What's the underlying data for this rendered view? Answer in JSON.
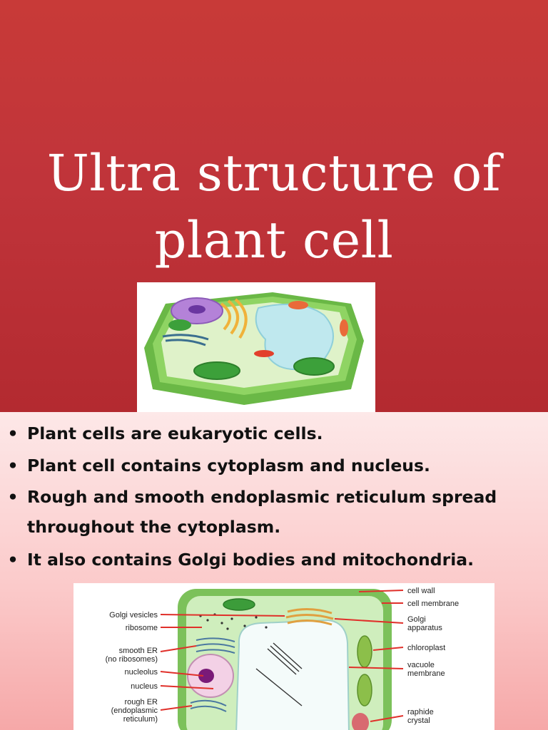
{
  "slide": {
    "title_line1": "Ultra structure of",
    "title_line2": "plant cell",
    "bullets": [
      "Plant cells are eukaryotic cells.",
      "Plant cell contains cytoplasm and nucleus.",
      "Rough and smooth endoplasmic reticulum spread throughout the cytoplasm.",
      "It also contains Golgi bodies and mitochondria."
    ],
    "bullet_glyph": "•"
  },
  "diagram": {
    "labels_left": [
      "Golgi vesicles",
      "ribosome",
      "smooth ER",
      "(no ribosomes)",
      "nucleolus",
      "nucleus",
      "rough ER",
      "(endoplasmic",
      "reticulum)"
    ],
    "labels_right": [
      "cell wall",
      "cell membrane",
      "Golgi",
      "apparatus",
      "chloroplast",
      "vacuole",
      "membrane",
      "raphide",
      "crystal"
    ]
  },
  "colors": {
    "header_red": "#c0343a",
    "content_pink": "#fbcaca",
    "cell_green": "#7cc15a",
    "arrow_red": "#e0302a"
  }
}
